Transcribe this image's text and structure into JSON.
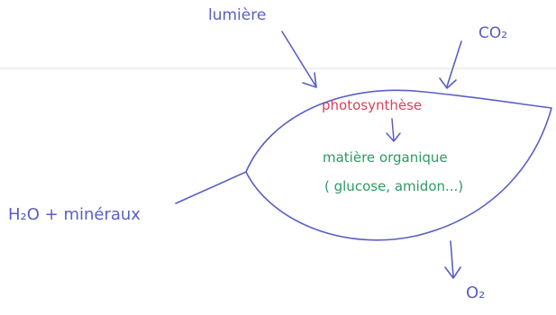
{
  "labels": {
    "lumiere": "lumière",
    "co2": "CO₂",
    "photosynthese": "photosynthèse",
    "matiere": "matière organique",
    "glucose": "( glucose, amidon...)",
    "h2o": "H₂O + minéraux",
    "o2": "O₂"
  },
  "colors": {
    "ink_blue": "#5a5fc2",
    "photosynthese_red": "#d8415a",
    "organic_green": "#2f9a63",
    "background": "#ffffff",
    "faint_rule": "#e8e8e8"
  }
}
